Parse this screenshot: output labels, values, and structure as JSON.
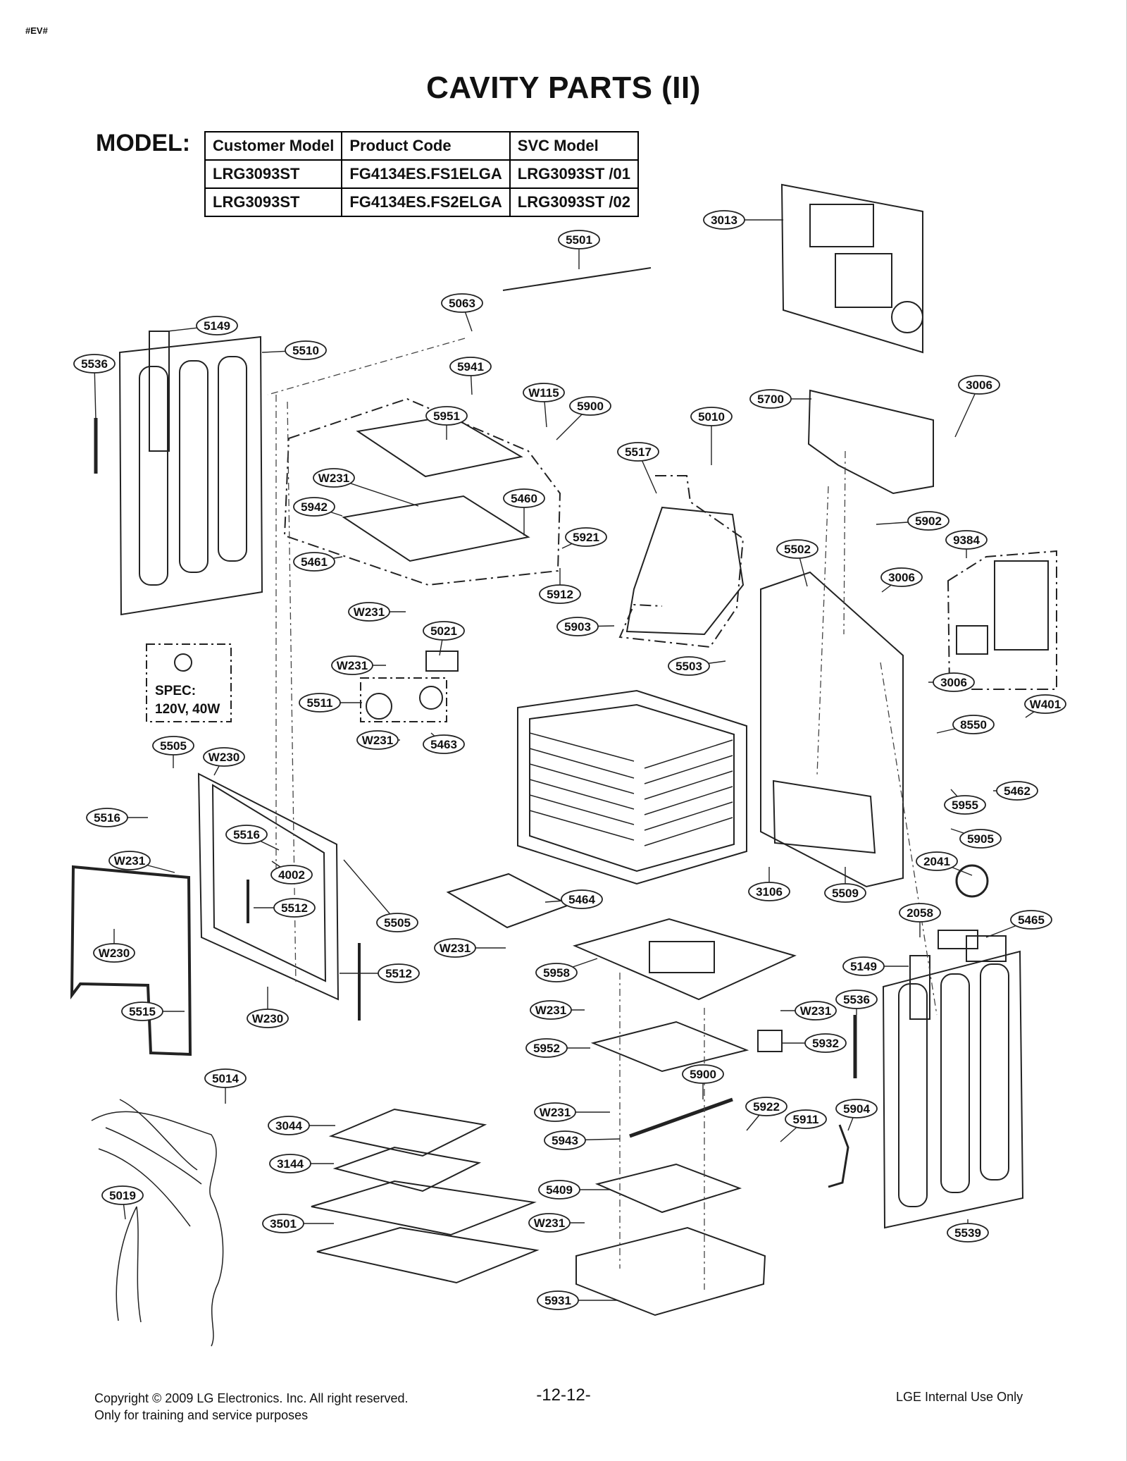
{
  "doc_tag": "#EV#",
  "title": "CAVITY PARTS (II)",
  "model_label": "MODEL:",
  "model_table": {
    "headers": [
      "Customer Model",
      "Product Code",
      "SVC Model"
    ],
    "rows": [
      [
        "LRG3093ST",
        "FG4134ES.FS1ELGA",
        "LRG3093ST /01"
      ],
      [
        "LRG3093ST",
        "FG4134ES.FS2ELGA",
        "LRG3093ST /02"
      ]
    ]
  },
  "spec_box": {
    "line1": "SPEC:",
    "line2": "120V, 40W"
  },
  "part_callouts": [
    "3013",
    "5501",
    "5063",
    "5149",
    "5510",
    "5536",
    "5941",
    "W115",
    "5900",
    "5010",
    "5700",
    "3006",
    "5951",
    "5517",
    "W231",
    "5460",
    "5942",
    "5921",
    "5902",
    "9384",
    "5461",
    "5912",
    "5502",
    "3006",
    "W231",
    "5903",
    "5021",
    "W231",
    "5503",
    "3006",
    "5511",
    "W401",
    "8550",
    "W231",
    "5463",
    "5505",
    "W230",
    "5462",
    "5516",
    "5955",
    "5516",
    "5905",
    "W231",
    "4002",
    "2041",
    "5512",
    "3106",
    "5509",
    "5505",
    "5464",
    "2058",
    "5465",
    "W230",
    "W231",
    "5149",
    "5512",
    "5958",
    "5536",
    "5515",
    "W230",
    "W231",
    "W231",
    "5932",
    "5952",
    "5014",
    "5900",
    "3044",
    "5922",
    "5911",
    "5904",
    "W231",
    "5943",
    "3144",
    "5019",
    "5409",
    "3501",
    "W231",
    "5539",
    "5931"
  ],
  "footer": {
    "copyright": "Copyright © 2009 LG Electronics. Inc. All right reserved.",
    "purpose": "Only for training and service purposes",
    "page_number": "-12-12-",
    "internal": "LGE Internal Use Only"
  }
}
